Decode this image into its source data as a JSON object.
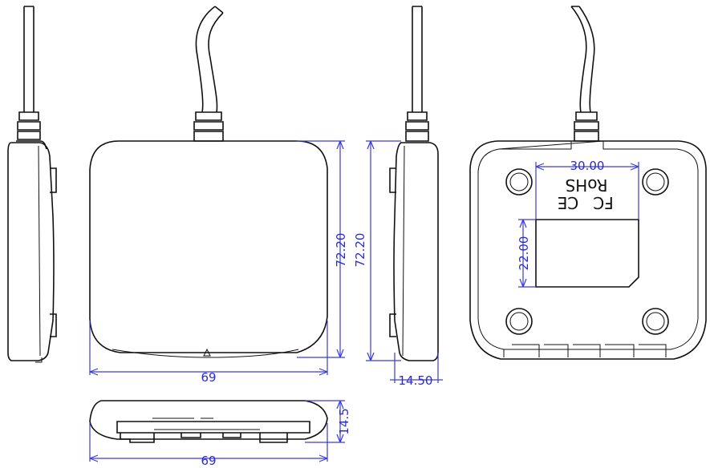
{
  "drawing": {
    "dimensions": {
      "front_height": "72.20",
      "front_width": "69",
      "side_height": "72.20",
      "side_depth": "14.50",
      "label_width": "30.00",
      "label_height": "22.00",
      "bottom_thickness": "14.5",
      "bottom_width": "69"
    },
    "markings": {
      "rohs": "RoHS",
      "fc": "FC",
      "ce": "CE"
    }
  }
}
